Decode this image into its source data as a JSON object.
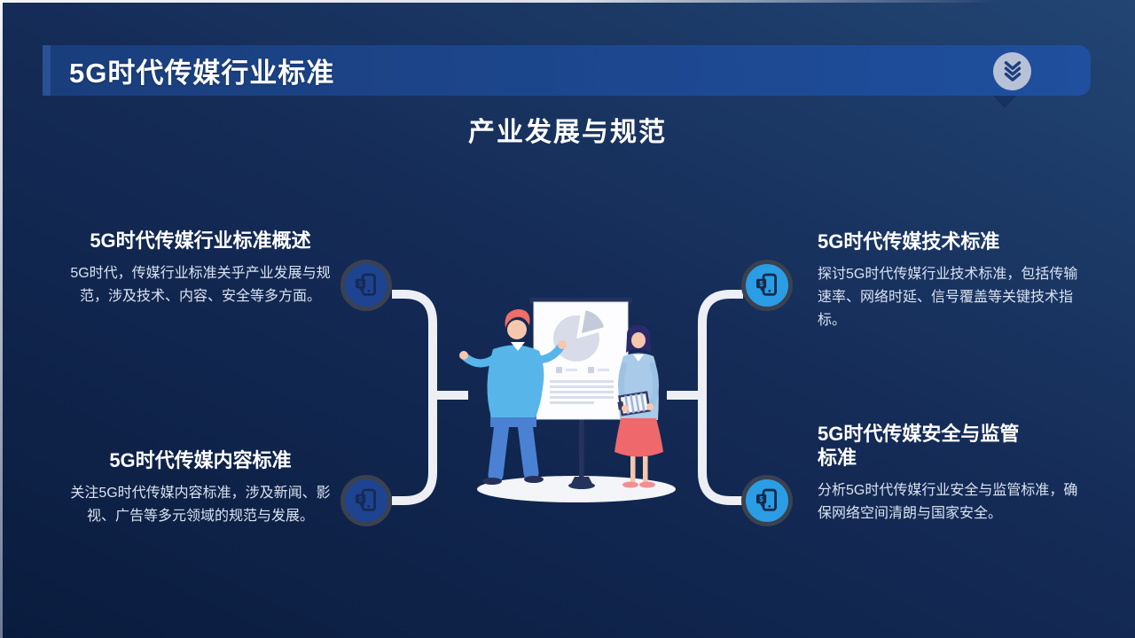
{
  "slide": {
    "title": "5G时代传媒行业标准",
    "subtitle": "产业发展与规范"
  },
  "header": {
    "collapse_button_icon": "chevrons-down-icon"
  },
  "blocks": [
    {
      "position": "top-left",
      "title": "5G时代传媒行业标准概述",
      "body": "5G时代，传媒行业标准关乎产业发展与规范，涉及技术、内容、安全等多方面。",
      "icon": "mobile-dollar-icon"
    },
    {
      "position": "bottom-left",
      "title": "5G时代传媒内容标准",
      "body": "关注5G时代传媒内容标准，涉及新闻、影视、广告等多元领域的规范与发展。",
      "icon": "mobile-dollar-icon"
    },
    {
      "position": "top-right",
      "title": "5G时代传媒技术标准",
      "body": "探讨5G时代传媒行业技术标准，包括传输速率、网络时延、信号覆盖等关键技术指标。",
      "icon": "mobile-dollar-icon"
    },
    {
      "position": "bottom-right",
      "title": "5G时代传媒安全与监管标准",
      "body": "分析5G时代传媒行业安全与监管标准，确保网络空间清朗与国家安全。",
      "icon": "mobile-dollar-icon"
    }
  ],
  "illustration": {
    "elements": [
      "man-presenter",
      "woman-presenter",
      "presentation-board-with-pie-chart",
      "ground-shadow"
    ]
  },
  "colors": {
    "background_top": "#224573",
    "background_bottom": "#0a1c3e",
    "header_bar": "#1f4f9e",
    "icon_circle_left": "#1e4391",
    "icon_circle_right": "#2b9de4",
    "connector": "#edeff5",
    "title_text": "#ffffff",
    "body_text": "#d9e2f1",
    "accent_coral": "#ee686c",
    "accent_sky": "#57b5ea"
  }
}
